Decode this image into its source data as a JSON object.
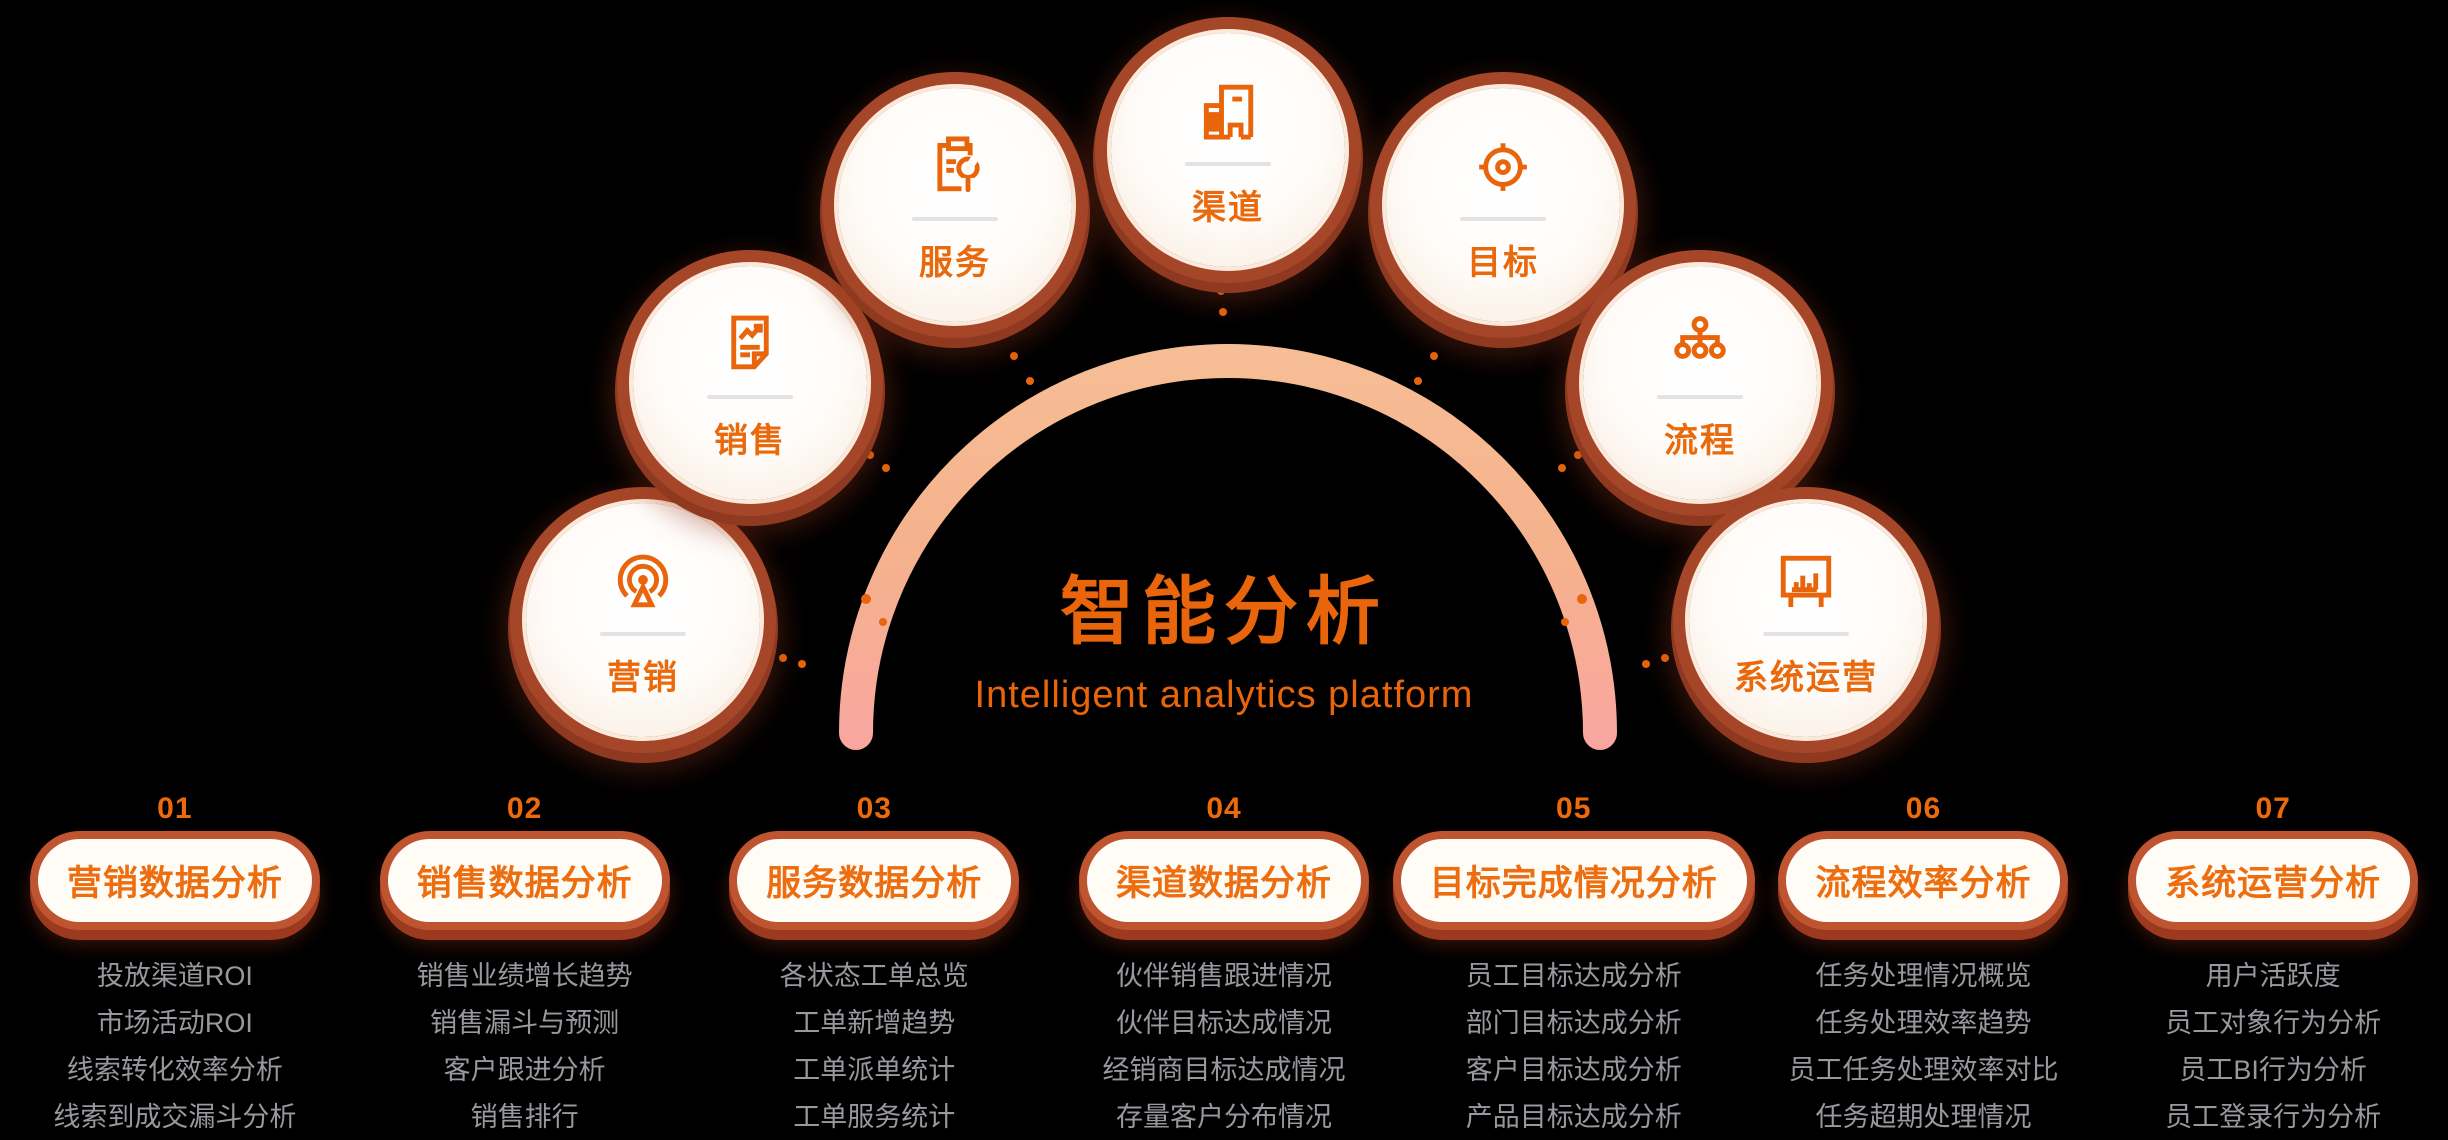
{
  "poster": {
    "title": "智能分析",
    "subtitle": "Intelligent analytics platform"
  },
  "colors": {
    "background": "#000000",
    "accent_orange": "#ED6A0C",
    "icon_orange": "#E8650B",
    "halo_rust": "#A64628",
    "arch_gradient_top": "#F6BE96",
    "arch_gradient_bottom": "#F9A6A1",
    "muted_item_text": "#97999E",
    "pill_background": "#FFFCF6",
    "circle_background": "#FFFFFF",
    "divider_gray": "#E3E3E3"
  },
  "nodes": [
    {
      "label": "营销",
      "icon": "broadcast-icon"
    },
    {
      "label": "销售",
      "icon": "sales-document-icon"
    },
    {
      "label": "服务",
      "icon": "clipboard-wrench-icon"
    },
    {
      "label": "渠道",
      "icon": "buildings-icon"
    },
    {
      "label": "目标",
      "icon": "target-icon"
    },
    {
      "label": "流程",
      "icon": "org-flow-icon"
    },
    {
      "label": "系统运营",
      "icon": "dashboard-board-icon"
    }
  ],
  "sections": [
    {
      "number": "01",
      "title": "营销数据分析",
      "items": [
        "投放渠道ROI",
        "市场活动ROI",
        "线索转化效率分析",
        "线索到成交漏斗分析"
      ]
    },
    {
      "number": "02",
      "title": "销售数据分析",
      "items": [
        "销售业绩增长趋势",
        "销售漏斗与预测",
        "客户跟进分析",
        "销售排行"
      ]
    },
    {
      "number": "03",
      "title": "服务数据分析",
      "items": [
        "各状态工单总览",
        "工单新增趋势",
        "工单派单统计",
        "工单服务统计"
      ]
    },
    {
      "number": "04",
      "title": "渠道数据分析",
      "items": [
        "伙伴销售跟进情况",
        "伙伴目标达成情况",
        "经销商目标达成情况",
        "存量客户分布情况"
      ]
    },
    {
      "number": "05",
      "title": "目标完成情况分析",
      "items": [
        "员工目标达成分析",
        "部门目标达成分析",
        "客户目标达成分析",
        "产品目标达成分析"
      ]
    },
    {
      "number": "06",
      "title": "流程效率分析",
      "items": [
        "任务处理情况概览",
        "任务处理效率趋势",
        "员工任务处理效率对比",
        "任务超期处理情况"
      ]
    },
    {
      "number": "07",
      "title": "系统运营分析",
      "items": [
        "用户活跃度",
        "员工对象行为分析",
        "员工BI行为分析",
        "员工登录行为分析"
      ]
    }
  ]
}
